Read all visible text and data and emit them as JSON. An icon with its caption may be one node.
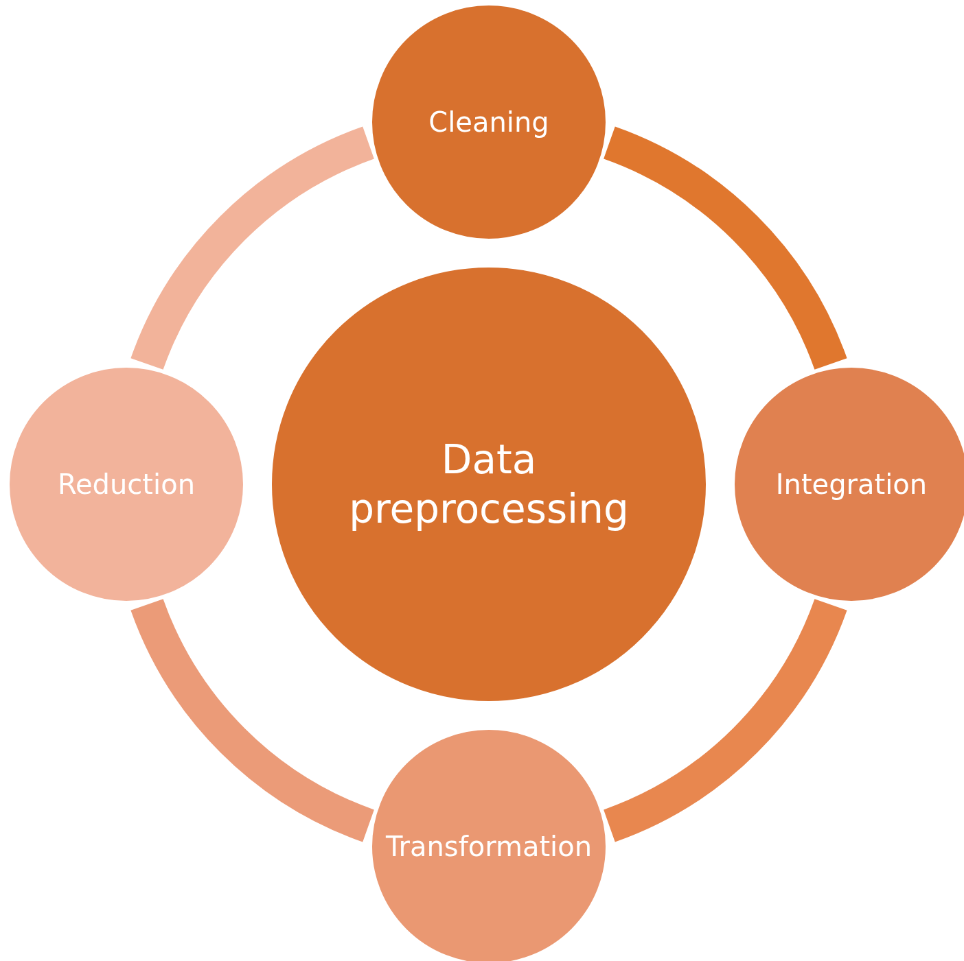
{
  "diagram": {
    "nodes": [
      {
        "text": [
          "Data preprocessing"
        ]
      },
      {
        "text": [
          "Cleaning"
        ]
      },
      {
        "text": [
          "Integration"
        ]
      },
      {
        "text": [
          "Transformation"
        ]
      },
      {
        "text": [
          "Reduction"
        ]
      }
    ],
    "edges": [
      {
        "from": 1,
        "to": 2,
        "arrow": "none",
        "color": "#e0772e"
      },
      {
        "from": 2,
        "to": 3,
        "arrow": "none",
        "color": "#e8874f"
      },
      {
        "from": 3,
        "to": 4,
        "arrow": "none",
        "color": "#eb9b78"
      },
      {
        "from": 4,
        "to": 1,
        "arrow": "none",
        "color": "#f2b39a"
      }
    ]
  }
}
